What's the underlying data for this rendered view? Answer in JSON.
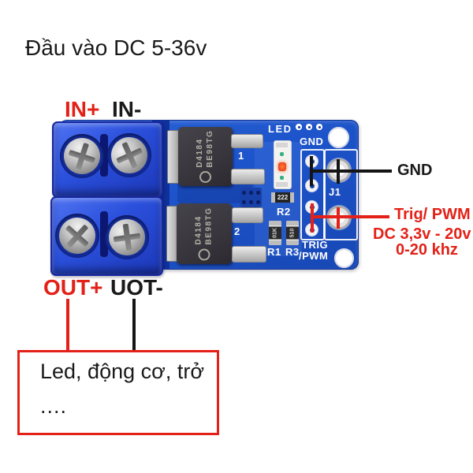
{
  "title": "Đầu vào DC 5-36v",
  "annotations": {
    "in_plus": "IN+",
    "in_minus": "IN-",
    "out_plus": "OUT+",
    "out_minus": "UOT-",
    "gnd": "GND",
    "trig": {
      "line1": "Trig/ PWM",
      "line2": "DC 3,3v - 20v",
      "line3": "0-20 khz"
    },
    "load_box": {
      "line1": "Led, động cơ, trở",
      "line2": "...."
    }
  },
  "board": {
    "silkscreen": {
      "led": "LED",
      "gnd": "GND",
      "j1": "J1",
      "r2": "R2",
      "r1": "R1",
      "r3": "R3",
      "trig": "TRIG",
      "pwm": "/PWM",
      "q1": "1",
      "q2": "2"
    },
    "components": {
      "mosfet_line1": "D4184",
      "mosfet_line2": "BE98TG",
      "resistor_r2_value": "222",
      "resistor_r1_value": "01K",
      "resistor_r3_value": "510"
    }
  },
  "colors": {
    "annotation_red": "#e32118",
    "text_black": "#1a1a1a",
    "pcb_blue": "#1d54cb",
    "terminal_blue": "#2b50dc",
    "silkscreen_white": "#ffffff",
    "mosfet_body": "#38363c"
  }
}
